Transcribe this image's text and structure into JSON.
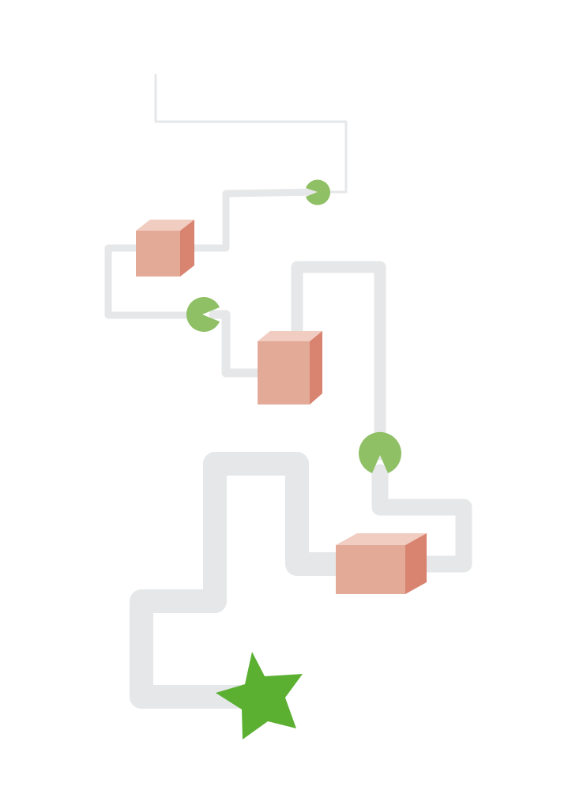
{
  "puzzle": {
    "track_color": "#e6e7e8",
    "block_colors": {
      "front": "#e4aa98",
      "top": "#f1ccc0",
      "side": "#d98470"
    },
    "chomper_color": "#8fc065",
    "goal_color": "#5bb032",
    "stages": [
      {
        "name": "stage-1",
        "block": "block-1",
        "chomper": "chomper-1"
      },
      {
        "name": "stage-2",
        "block": "block-2",
        "chomper": "chomper-2"
      },
      {
        "name": "stage-3",
        "block": "block-3",
        "chomper": "chomper-3"
      }
    ],
    "goal_icon": "star-icon"
  }
}
